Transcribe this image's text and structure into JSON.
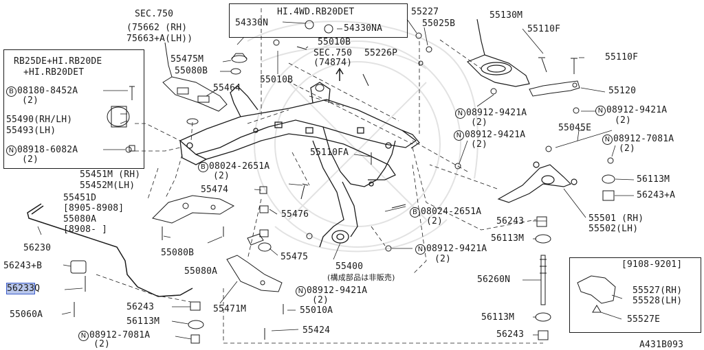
{
  "diagram": {
    "ref": "A431B093",
    "sec750_a": {
      "title": "SEC.750",
      "l1": "(75662  (RH)",
      "l2": " 75663+A(LH))"
    },
    "sec750_b": {
      "title": "SEC.750",
      "l1": "(74874)"
    },
    "box_4wd": {
      "title": "HI.4WD.RB20DET",
      "a": "54330N",
      "b": "54330NA"
    },
    "box_rb25": {
      "l1": "RB25DE+HI.RB20DE",
      "l2": "+HI.RB20DET",
      "bolt": "08180-8452A",
      "bolt_qty": "(2)",
      "bolt_mark": "B",
      "p1": "55490(RH/LH)",
      "p2": "55493(LH)",
      "nut": "08918-6082A",
      "nut_qty": "(2)",
      "nut_mark": "N"
    },
    "box_9108": {
      "title": "[9108-9201]",
      "a": "55527(RH)",
      "b": "55528(LH)",
      "c": "55527E"
    },
    "labels": {
      "p55227": "55227",
      "p55025B": "55025B",
      "p55130M": "55130M",
      "p55110F_a": "55110F",
      "p55110F_b": "55110F",
      "p55226P": "55226P",
      "p55010B_a": "55010B",
      "p55010B_b": "55010B",
      "p55475M": "55475M",
      "p55080B_a": "55080B",
      "p55464": "55464",
      "p55120": "55120",
      "n9421_a": "08912-9421A",
      "n9421_b": "08912-9421A",
      "n9421_c": "08912-9421A",
      "n9421_d": "08912-9421A",
      "n9421_e": "08912-9421A",
      "n7081_a": "08912-7081A",
      "n7081_b": "08912-7081A",
      "qty2": "(2)",
      "p55045E": "55045E",
      "p55110FA": "55110FA",
      "b2651_a": "08024-2651A",
      "b2651_b": "08024-2651A",
      "p55451M": "55451M (RH)",
      "p55452M": "55452M(LH)",
      "p55474": "55474",
      "p55451D": "55451D",
      "r8905": "[8905-8908]",
      "p55080A_a": "55080A",
      "r8908": "[8908-   ]",
      "p56113M_a": "56113M",
      "p56243A": "56243+A",
      "p55501": "55501 (RH)",
      "p55502": "55502(LH)",
      "p56243_a": "56243",
      "p56113M_b": "56113M",
      "p56230": "56230",
      "p55476": "55476",
      "p55080B_b": "55080B",
      "p55475": "55475",
      "p55400": "55400",
      "p55400_note": "(構成部品は非販売)",
      "p56243B": "56243+B",
      "p56233Q": "56233Q",
      "p56233": "56233",
      "p55080A_b": "55080A",
      "p56260N": "56260N",
      "p55060A": "55060A",
      "p56243_b": "56243",
      "p56113M_c": "56113M",
      "p55471M": "55471M",
      "p55010A": "55010A",
      "p56113M_d": "56113M",
      "p55424": "55424",
      "p56243_c": "56243"
    },
    "mark_B": "B",
    "mark_N": "N"
  }
}
